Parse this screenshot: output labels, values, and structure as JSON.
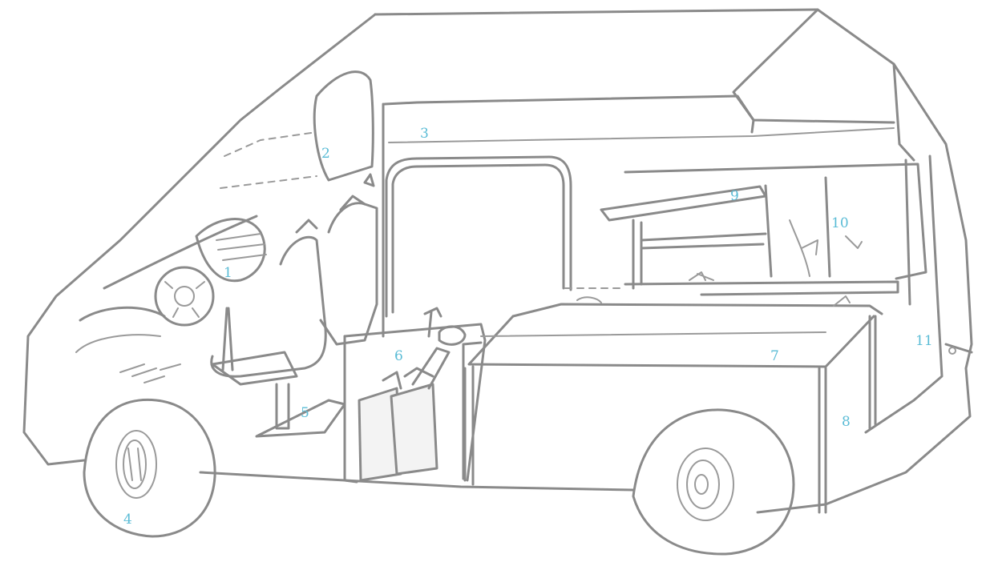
{
  "colors": {
    "line": "#8a8a8a",
    "label": "#5bbcd6",
    "background": "#ffffff"
  },
  "labels": {
    "l1": "1",
    "l2": "2",
    "l3": "3",
    "l4": "4",
    "l5": "5",
    "l6": "6",
    "l7": "7",
    "l8": "8",
    "l9": "9",
    "l10": "10",
    "l11": "11"
  }
}
